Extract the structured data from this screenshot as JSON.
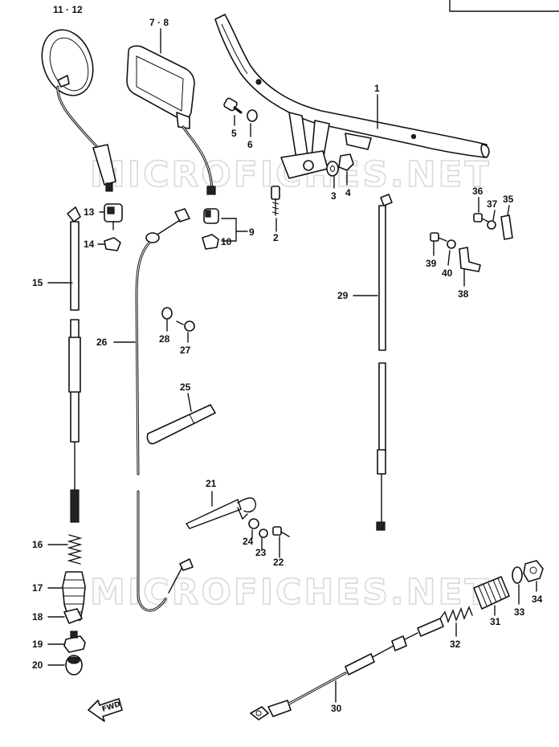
{
  "watermark_text": "MICROFICHES.NET",
  "fwd_text": "FWD",
  "labels": {
    "p1": "1",
    "p2": "2",
    "p3": "3",
    "p4": "4",
    "p5": "5",
    "p6": "6",
    "p78": "7 · 8",
    "p9": "9",
    "p10": "10",
    "p1112": "11 · 12",
    "p13": "13",
    "p14": "14",
    "p15": "15",
    "p16": "16",
    "p17": "17",
    "p18": "18",
    "p19": "19",
    "p20": "20",
    "p21": "21",
    "p22": "22",
    "p23": "23",
    "p24": "24",
    "p25": "25",
    "p26": "26",
    "p27": "27",
    "p28": "28",
    "p29": "29",
    "p30": "30",
    "p31": "31",
    "p32": "32",
    "p33": "33",
    "p34": "34",
    "p35": "35",
    "p36": "36",
    "p37": "37",
    "p38": "38",
    "p39": "39",
    "p40": "40"
  }
}
